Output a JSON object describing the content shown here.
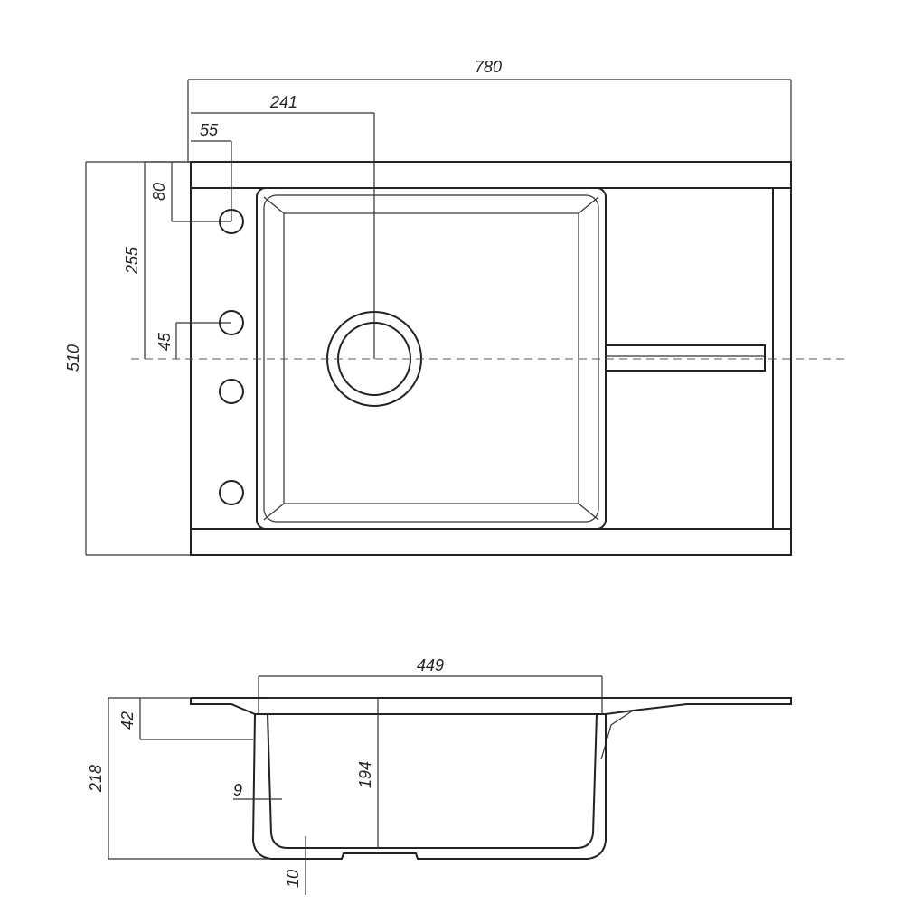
{
  "top_view": {
    "dimensions": {
      "overall_width": "780",
      "drain_offset": "241",
      "hole_offset": "55",
      "hole_top": "80",
      "hole_spacing": "255",
      "hole_bottom": "45",
      "overall_depth": "510"
    }
  },
  "section_view": {
    "dimensions": {
      "bowl_width": "449",
      "rim_height": "42",
      "bowl_depth": "194",
      "overall_height": "218",
      "wall": "9",
      "bottom": "10"
    }
  }
}
